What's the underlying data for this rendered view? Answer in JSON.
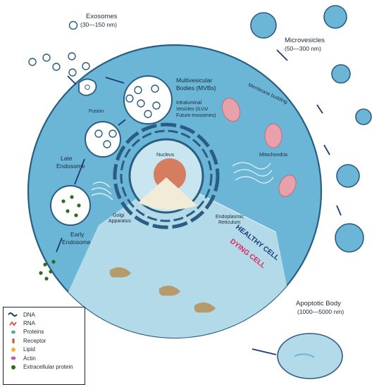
{
  "labels": {
    "exosomes": "Exosomes",
    "exosomes_size": "(30—150 nm)",
    "microvesicles": "Microvesicles",
    "microvesicles_size": "(50—300 nm)",
    "membrane_budding": "Membrane budding",
    "mvb_line1": "Multivesicular",
    "mvb_line2": "Bodies (MVBs)",
    "ilv_line1": "Intraluminal",
    "ilv_line2": "Vesicles (ILVs/",
    "ilv_line3": "Future exosomes)",
    "fusion": "Fusion",
    "late_endosome_1": "Late",
    "late_endosome_2": "Endosome",
    "early_endosome_1": "Early",
    "early_endosome_2": "Endosome",
    "nucleus": "Nucleus",
    "mitochondria": "Mitochondria",
    "golgi_1": "Golgi",
    "golgi_2": "Apparatus",
    "er_1": "Endoplasmic",
    "er_2": "Reticulum",
    "healthy_cell": "HEALTHY CELL",
    "dying_cell": "DYING CELL",
    "apoptotic_body": "Apoptotic Body",
    "apoptotic_size": "(1000—5000 nm)"
  },
  "legend": [
    {
      "icon": "dna-icon",
      "label": "DNA",
      "color": "#1e3a78"
    },
    {
      "icon": "rna-icon",
      "label": "RNA",
      "color": "#e53935"
    },
    {
      "icon": "proteins-icon",
      "label": "Proteins",
      "color": "#4caf88"
    },
    {
      "icon": "receptor-icon",
      "label": "Receptor",
      "color": "#b5524a"
    },
    {
      "icon": "lipid-icon",
      "label": "Lipid",
      "color": "#f2b430"
    },
    {
      "icon": "actin-icon",
      "label": "Actin",
      "color": "#c05bb8"
    },
    {
      "icon": "extracellular-protein-icon",
      "label": "Extracellular protein",
      "color": "#2e6b1f"
    }
  ],
  "colors": {
    "cytoplasm": "#6bb6d6",
    "membrane": "#2a5d82",
    "dying": "#b3dae9",
    "nucleus_outer": "#c9e6f0",
    "nucleolus": "#d47d5f",
    "mitochondria": "#e8a0ab",
    "healthy_text": "#1e3a78",
    "dying_text": "#e0245e"
  }
}
